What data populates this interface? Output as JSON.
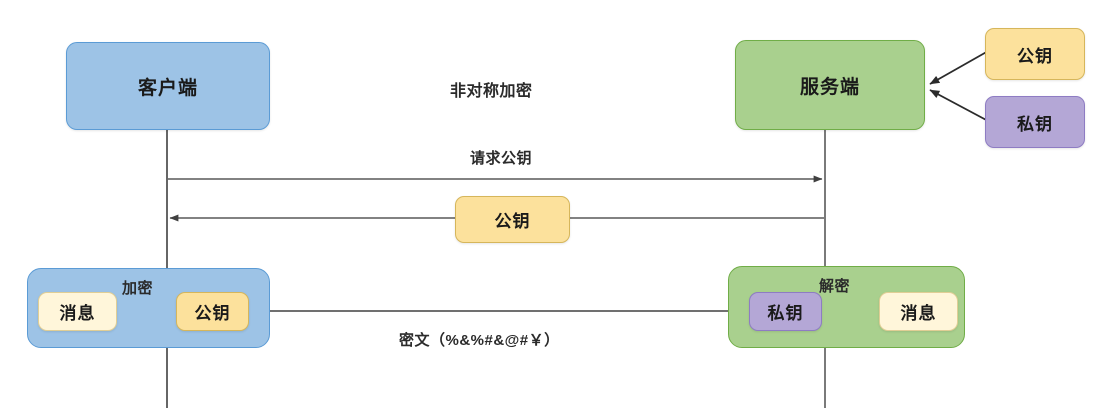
{
  "diagram": {
    "title": "非对称加密",
    "actors": {
      "client": {
        "label": "客户端"
      },
      "server": {
        "label": "服务端"
      }
    },
    "server_keys": [
      {
        "label": "公钥",
        "kind": "public-key"
      },
      {
        "label": "私钥",
        "kind": "private-key"
      }
    ],
    "messages": [
      {
        "label": "请求公钥",
        "direction": "client-to-server"
      },
      {
        "label": "公钥",
        "direction": "server-to-client"
      },
      {
        "label": "密文（%&%#&@#￥）",
        "direction": "client-to-server"
      }
    ],
    "client_process": {
      "source": "消息",
      "operation": "加密",
      "target": "公钥"
    },
    "server_process": {
      "source": "私钥",
      "operation": "解密",
      "target": "消息"
    },
    "colors": {
      "client_fill": "#9DC3E6",
      "client_stroke": "#5B9BD5",
      "server_fill": "#A9D08E",
      "server_stroke": "#70AD47",
      "public_key_fill": "#FCE19C",
      "public_key_stroke": "#D6B65B",
      "private_key_fill": "#B4A7D6",
      "private_key_stroke": "#8E7CC3",
      "message_fill": "#FFF6DA",
      "message_stroke": "#E0CE95",
      "line": "#595959"
    }
  }
}
